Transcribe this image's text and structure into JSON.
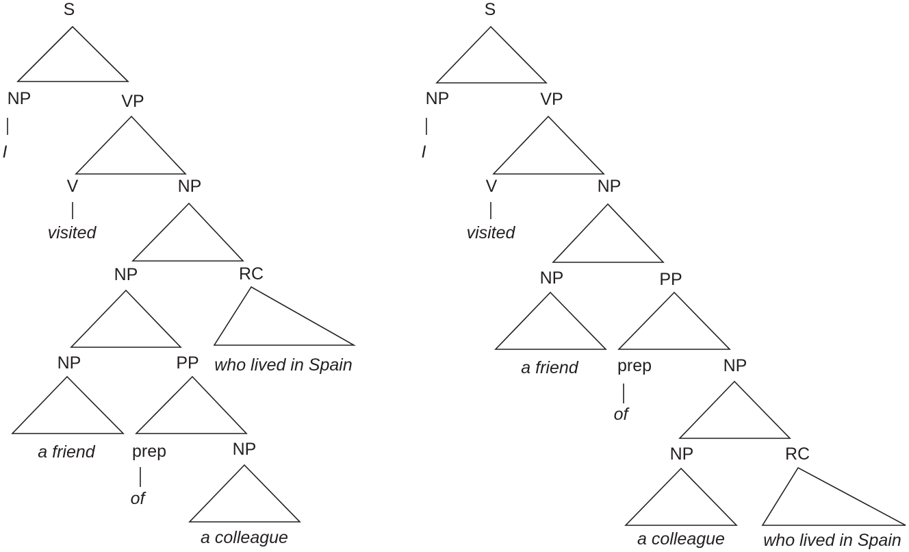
{
  "trees": [
    {
      "id": "tree-left",
      "labels": {
        "s": "S",
        "np_subj": "NP",
        "vp": "VP",
        "v": "V",
        "np_obj": "NP",
        "np_inner": "NP",
        "rc": "RC",
        "np_friend": "NP",
        "pp": "PP",
        "prep": "prep",
        "np_colleague": "NP"
      },
      "words": {
        "i": "I",
        "visited": "visited",
        "rc_text": "who lived in Spain",
        "friend": "a friend",
        "of": "of",
        "colleague": "a colleague"
      }
    },
    {
      "id": "tree-right",
      "labels": {
        "s": "S",
        "np_subj": "NP",
        "vp": "VP",
        "v": "V",
        "np_obj": "NP",
        "np_friend": "NP",
        "pp": "PP",
        "prep": "prep",
        "np_pp": "NP",
        "np_colleague": "NP",
        "rc": "RC"
      },
      "words": {
        "i": "I",
        "visited": "visited",
        "friend": "a friend",
        "of": "of",
        "colleague": "a colleague",
        "rc_text": "who lived in Spain"
      }
    }
  ]
}
